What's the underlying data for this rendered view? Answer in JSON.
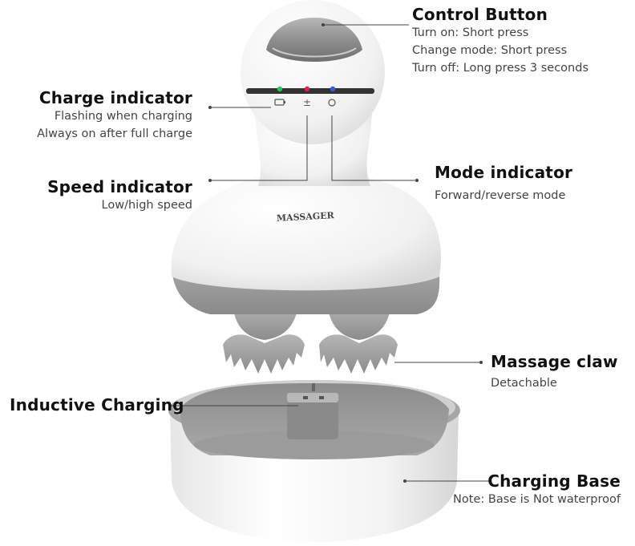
{
  "product": {
    "brand_text": "MASSAGER",
    "icons": [
      "battery-icon",
      "plus-minus-icon",
      "circle-icon"
    ],
    "colors": {
      "shell": "#f6f6f6",
      "gray": "#9a9a9a",
      "dark_band": "#333333",
      "led_green": "#22c55e",
      "led_red": "#e11d48",
      "led_blue": "#3b5bdb"
    }
  },
  "callouts": {
    "control_button": {
      "title": "Control Button",
      "lines": [
        "Turn on: Short press",
        "Change mode: Short press",
        "Turn off: Long press 3 seconds"
      ]
    },
    "charge_indicator": {
      "title": "Charge indicator",
      "lines": [
        "Flashing when charging",
        "Always on after full charge"
      ]
    },
    "speed_indicator": {
      "title": "Speed indicator",
      "lines": [
        "Low/high speed"
      ]
    },
    "mode_indicator": {
      "title": "Mode indicator",
      "lines": [
        "Forward/reverse mode"
      ]
    },
    "massage_claw": {
      "title": "Massage claw",
      "lines": [
        "Detachable"
      ]
    },
    "inductive_charging": {
      "title": "Inductive Charging",
      "lines": []
    },
    "charging_base": {
      "title": "Charging Base",
      "lines": [
        "Note: Base is Not waterproof"
      ]
    }
  }
}
